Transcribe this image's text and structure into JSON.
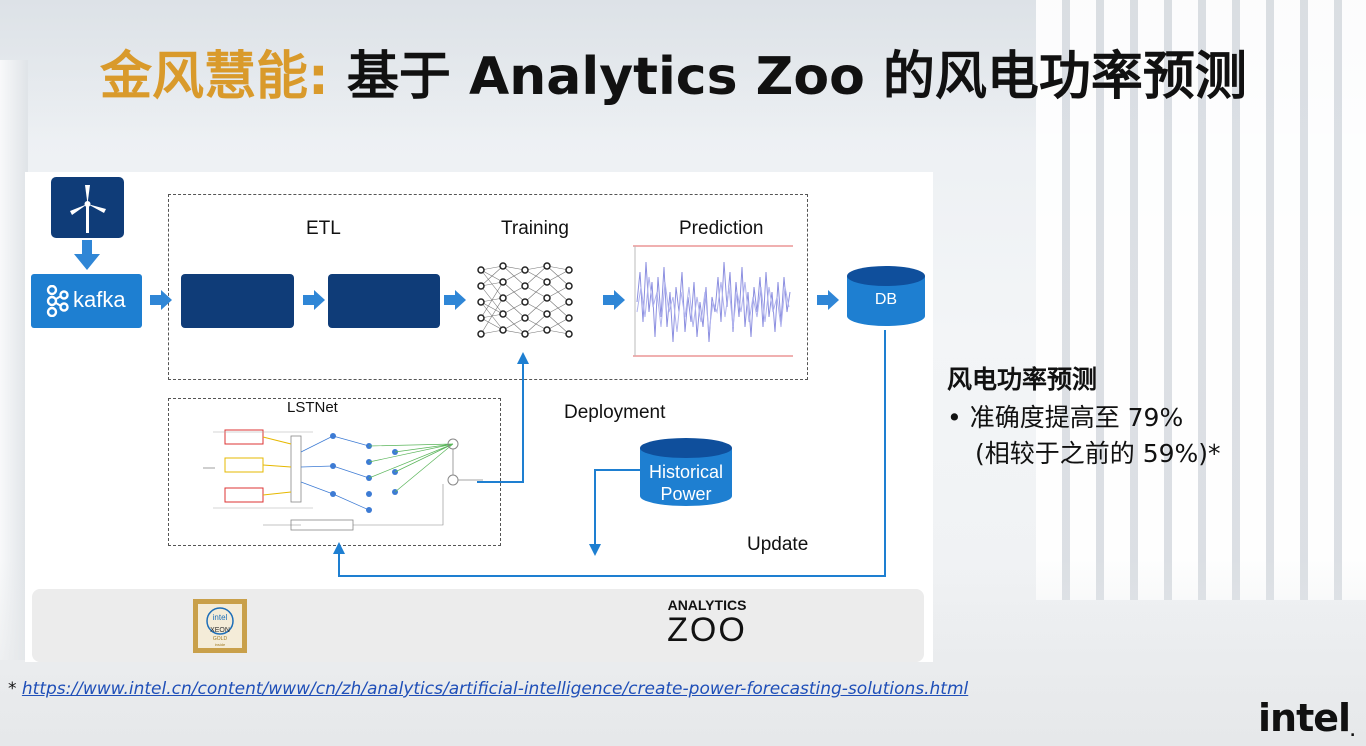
{
  "slide": {
    "title_highlight": "金风慧能:",
    "title_main": "基于 Analytics Zoo 的风电功率预测"
  },
  "diagram": {
    "source_label": "kafka",
    "stages": {
      "etl": "ETL",
      "training": "Training",
      "prediction": "Prediction",
      "lstnet": "LSTNet",
      "deployment": "Deployment",
      "update": "Update"
    },
    "db_label": "DB",
    "historical_line1": "Historical",
    "historical_line2": "Power",
    "analytics_logo_top": "ANALYTICS",
    "analytics_logo_bottom": "ZOO",
    "xeon_badge": {
      "line1": "intel",
      "line2": "XEON",
      "line3": "GOLD",
      "line4": "inside"
    }
  },
  "side_panel": {
    "heading": "风电功率预测",
    "bullet": "准确度提高至 79%",
    "bullet_cont": "(相较于之前的 59%)*"
  },
  "footnote": {
    "marker": "* ",
    "link_text": "https://www.intel.cn/content/www/cn/zh/analytics/artificial-intelligence/create-power-forecasting-solutions.html"
  },
  "brand": {
    "logo_text": "intel",
    "logo_mark": "."
  },
  "colors": {
    "accent_gold": "#d99a2b",
    "dark_blue": "#0f3c78",
    "mid_blue": "#1e7fd1",
    "link_blue": "#1f4fb8"
  }
}
